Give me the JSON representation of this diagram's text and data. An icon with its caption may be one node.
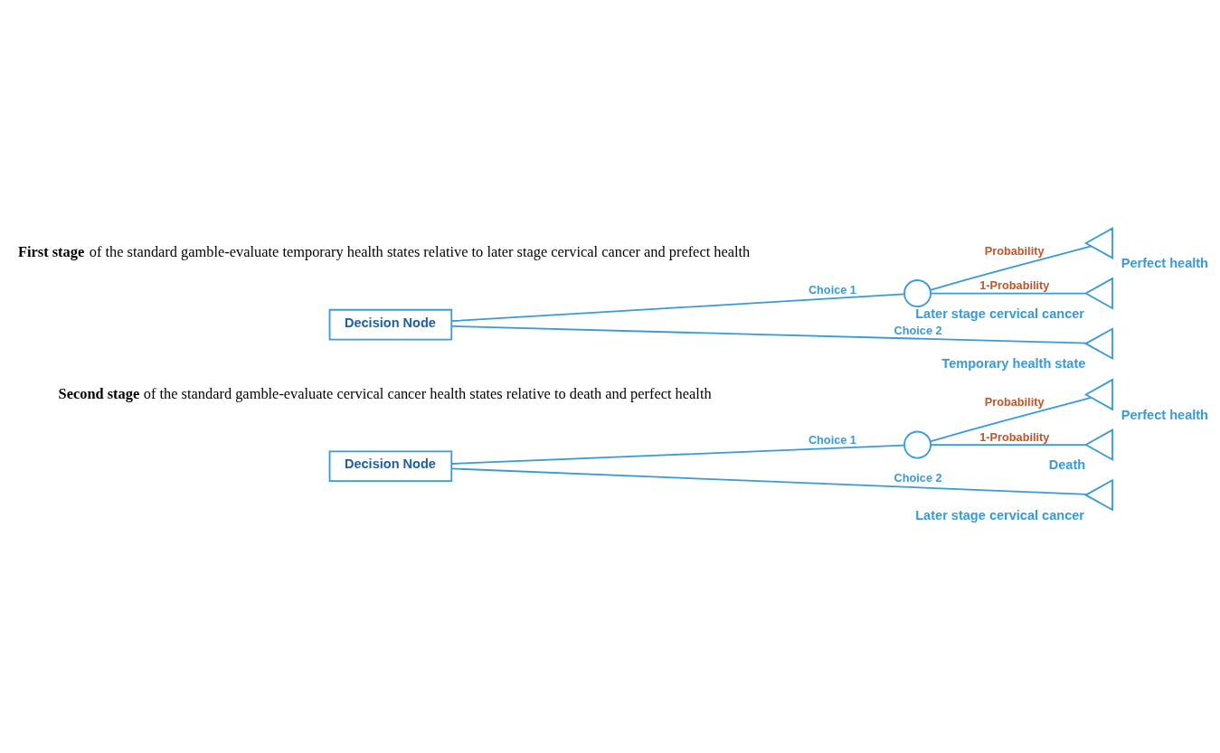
{
  "diagram": {
    "nodes": [
      {
        "text": [
          "Decision Node"
        ]
      },
      {
        "text": [],
        "shape": "circle"
      },
      {
        "text": [],
        "shape": "triangle",
        "beside": [
          "Perfect health"
        ]
      },
      {
        "text": [],
        "shape": "triangle",
        "beside": [
          "Later stage cervical cancer"
        ]
      },
      {
        "text": [],
        "shape": "triangle",
        "beside": [
          "Temporary health state"
        ]
      },
      {
        "text": [
          "Decision Node"
        ]
      },
      {
        "text": [],
        "shape": "circle"
      },
      {
        "text": [],
        "shape": "triangle",
        "beside": [
          "Perfect health"
        ]
      },
      {
        "text": [],
        "shape": "triangle",
        "beside": [
          "Death"
        ]
      },
      {
        "text": [],
        "shape": "triangle",
        "beside": [
          "Later stage cervical cancer"
        ]
      }
    ],
    "edges": [
      {
        "from": 0,
        "to": 1,
        "arrow": "none",
        "label": "Choice 1"
      },
      {
        "from": 1,
        "to": 2,
        "arrow": "none",
        "label": "Probability"
      },
      {
        "from": 1,
        "to": 3,
        "arrow": "none",
        "label": "1-Probability"
      },
      {
        "from": 0,
        "to": 4,
        "arrow": "none",
        "label": "Choice 2"
      },
      {
        "from": 5,
        "to": 6,
        "arrow": "none",
        "label": "Choice 1"
      },
      {
        "from": 6,
        "to": 7,
        "arrow": "none",
        "label": "Probability"
      },
      {
        "from": 6,
        "to": 8,
        "arrow": "none",
        "label": "1-Probability"
      },
      {
        "from": 5,
        "to": 9,
        "arrow": "none",
        "label": "Choice 2"
      }
    ],
    "labels": [
      "**First stage** of the standard gamble-evaluate temporary health states relative to later stage cervical cancer and prefect health",
      "**Second stage** of the standard gamble-evaluate cervical cancer health states relative to death and perfect health"
    ]
  }
}
